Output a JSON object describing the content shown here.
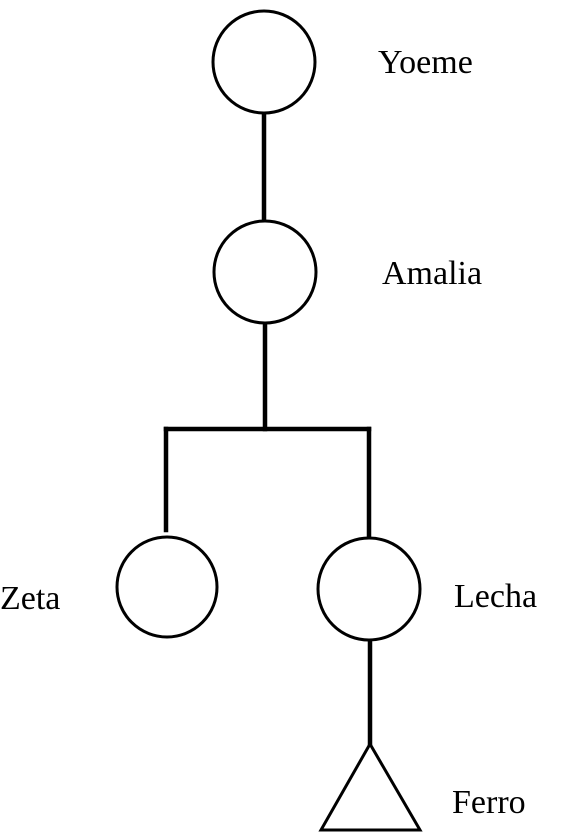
{
  "diagram": {
    "type": "pedigree",
    "nodes": [
      {
        "id": "yoeme",
        "label": "Yoeme",
        "shape": "circle"
      },
      {
        "id": "amalia",
        "label": "Amalia",
        "shape": "circle"
      },
      {
        "id": "zeta",
        "label": "Zeta",
        "shape": "circle"
      },
      {
        "id": "lecha",
        "label": "Lecha",
        "shape": "circle"
      },
      {
        "id": "ferro",
        "label": "Ferro",
        "shape": "triangle"
      }
    ],
    "edges": [
      {
        "from": "yoeme",
        "to": "amalia"
      },
      {
        "from": "amalia",
        "to": "zeta"
      },
      {
        "from": "amalia",
        "to": "lecha"
      },
      {
        "from": "lecha",
        "to": "ferro"
      }
    ],
    "colors": {
      "stroke": "#000000",
      "fill": "#ffffff",
      "background": "#ffffff"
    }
  }
}
